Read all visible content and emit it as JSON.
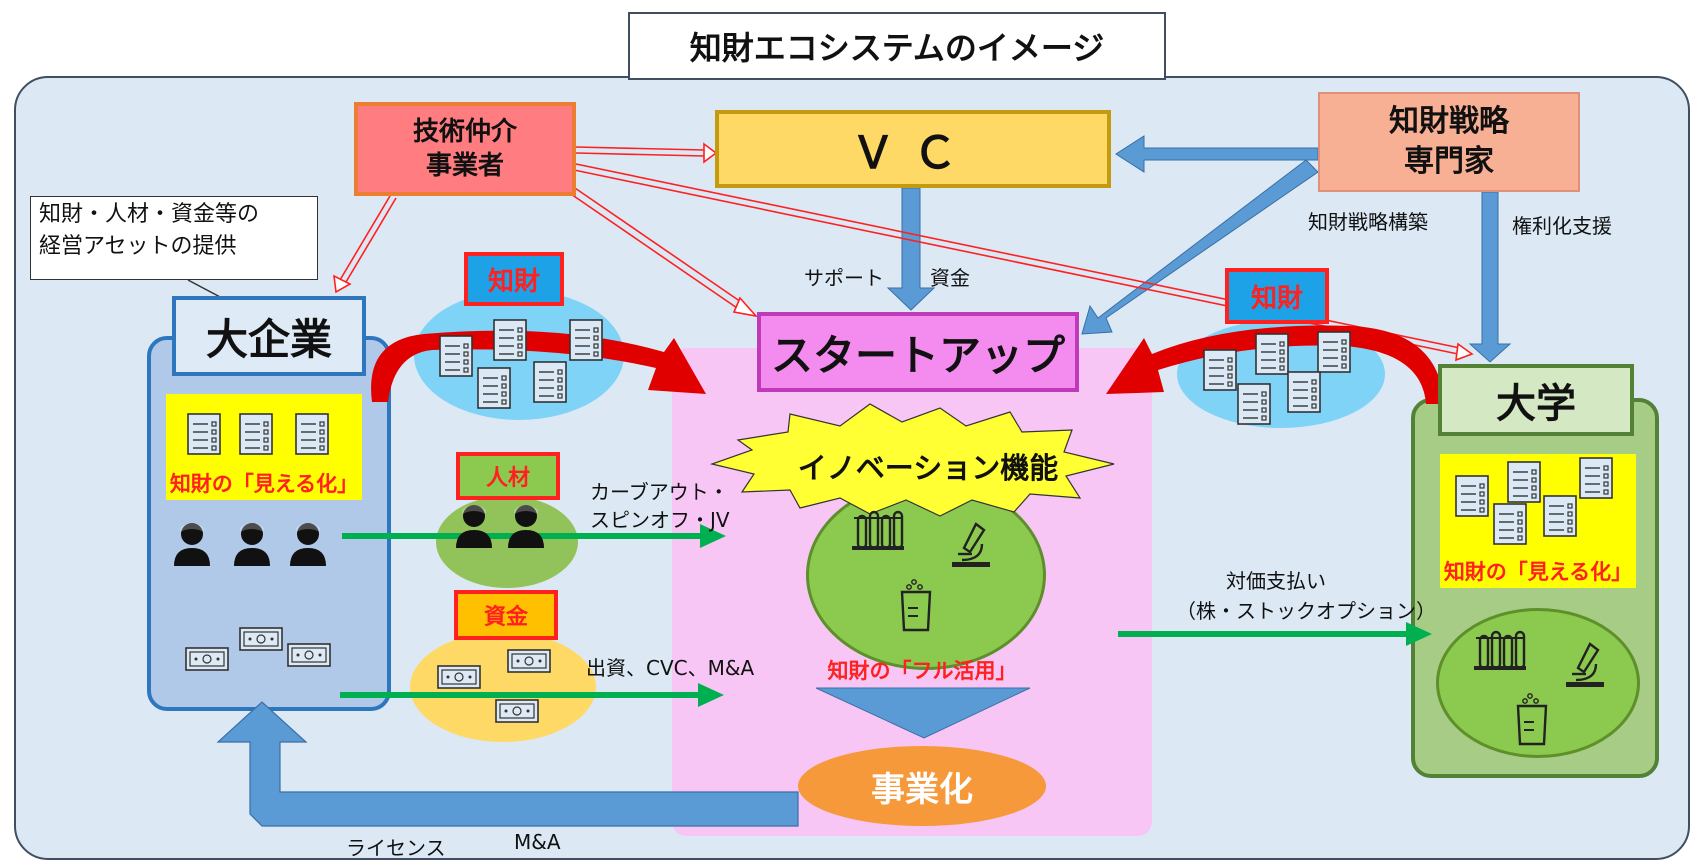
{
  "title": "知財エコシステムのイメージ",
  "nodes": {
    "vc": "ＶＣ",
    "broker_line1": "技術仲介",
    "broker_line2": "事業者",
    "ip_expert_line1": "知財戦略",
    "ip_expert_line2": "専門家",
    "big_company": "大企業",
    "university": "大学",
    "startup": "スタートアップ",
    "innovation": "イノベーション機能",
    "commercialization": "事業化"
  },
  "callout": {
    "line1": "知財・人材・資金等の",
    "line2": "経営アセットの提供"
  },
  "tags": {
    "ip_left": "知財",
    "ip_right": "知財",
    "talent": "人材",
    "money": "資金"
  },
  "captions": {
    "visualization_left": "知財の「見える化」",
    "visualization_right": "知財の「見える化」",
    "full_use": "知財の「フル活用」"
  },
  "labels": {
    "support": "サポート",
    "funding": "資金",
    "strategy": "知財戦略構築",
    "rights": "権利化支援",
    "carveout_line1": "カーブアウト・",
    "carveout_line2": "スピンオフ・JV",
    "investment": "出資、CVC、M&A",
    "payment_line1": "対価支払い",
    "payment_line2": "（株・ストックオプション）",
    "license": "ライセンス",
    "ma": "M&A"
  },
  "colors": {
    "vc_fill": "#ffd966",
    "broker_fill": "#ff7c80",
    "expert_fill": "#f7b093",
    "startup_fill": "#f48cf0",
    "accent_red": "#ff2020",
    "arrow_blue": "#5b9bd5",
    "arrow_green": "#00b050"
  }
}
